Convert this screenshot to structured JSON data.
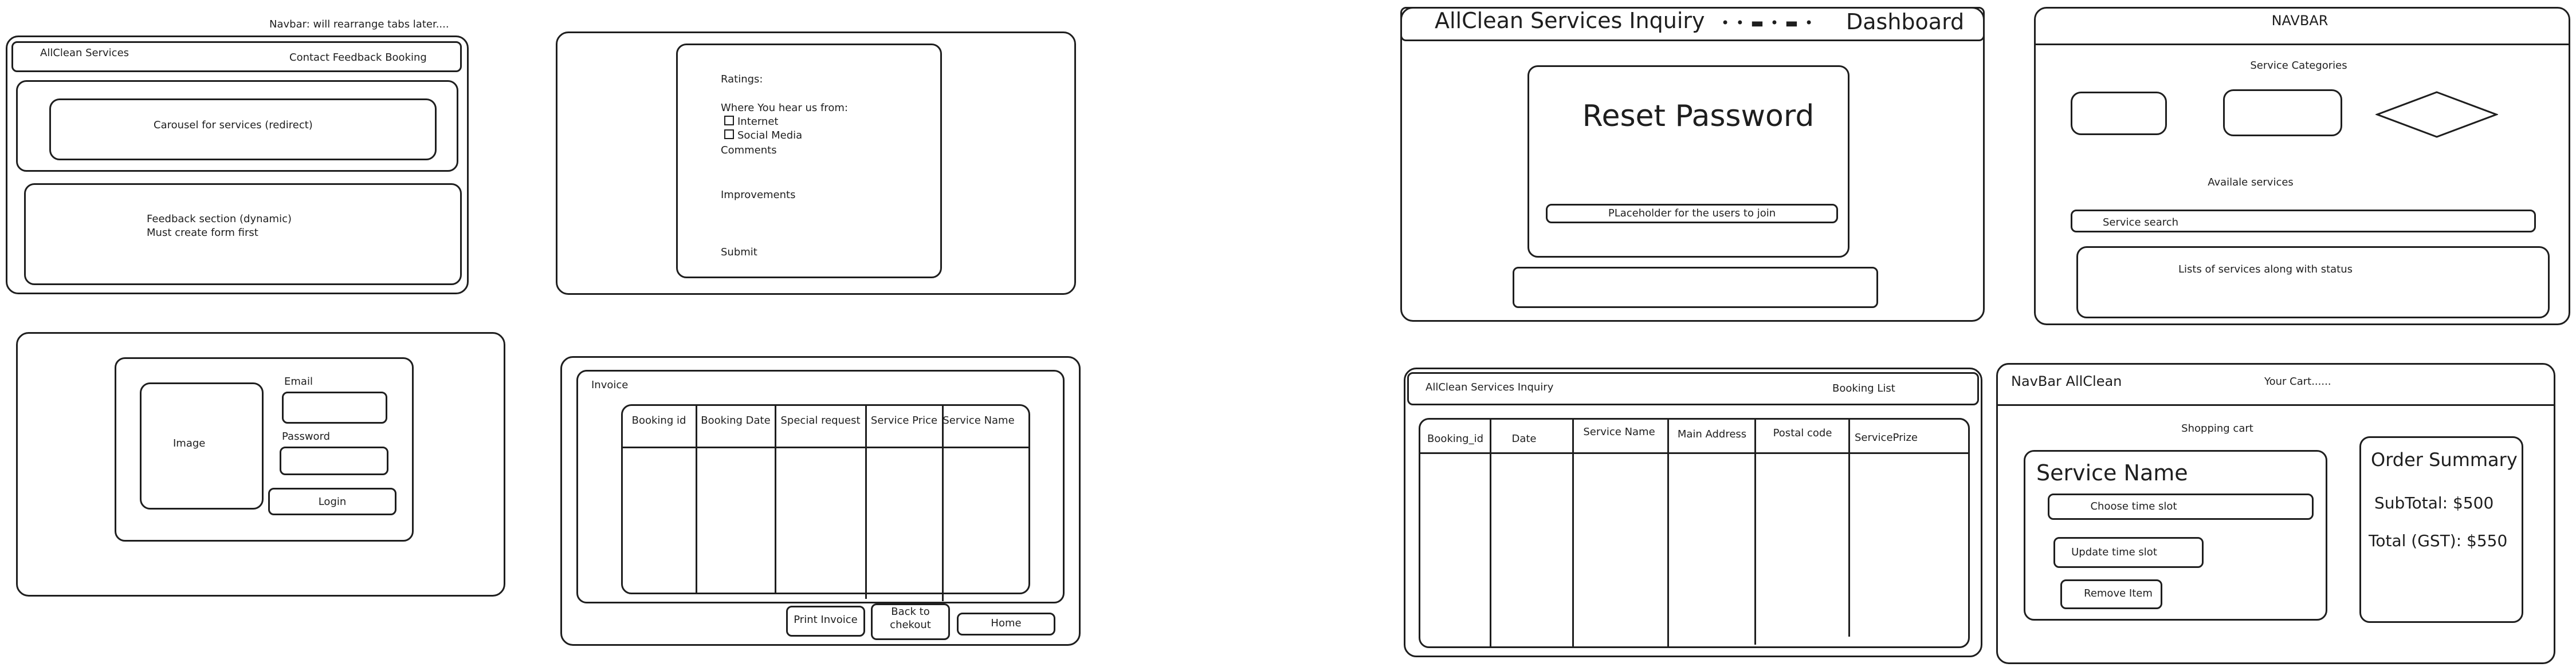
{
  "navbar_note": "Navbar: will rearrange tabs later....",
  "home": {
    "brand": "AllClean Services",
    "nav": "Contact Feedback Booking",
    "carousel": "Carousel for services (redirect)",
    "feedback_line1": "Feedback section (dynamic)",
    "feedback_line2": "Must create form first"
  },
  "feedback_form": {
    "ratings": "Ratings:",
    "where": "Where You hear us from:",
    "options": [
      "Internet",
      "Social Media"
    ],
    "comments": "Comments",
    "improvements": "Improvements",
    "submit": "Submit"
  },
  "login": {
    "image": "Image",
    "email_label": "Email",
    "password_label": "Password",
    "login_button": "Login"
  },
  "invoice": {
    "title": "Invoice",
    "columns": [
      "Booking id",
      "Booking Date",
      "Special request",
      "Service Price",
      "Service Name"
    ],
    "buttons": [
      "Print Invoice",
      "Back to\nchekout",
      "Home"
    ]
  },
  "reset": {
    "brand": "AllClean Services Inquiry",
    "nav_dots": "• • ▬ • ▬ •",
    "dashboard": "Dashboard",
    "title": "Reset Password",
    "placeholder": "PLaceholder for the users to join"
  },
  "services": {
    "navbar": "NAVBAR",
    "categories": "Service Categories",
    "available": "Availale services",
    "search": "Service search",
    "list": "Lists of services along with status"
  },
  "booking": {
    "brand": "AllClean Services Inquiry",
    "title": "Booking List",
    "columns": [
      "Booking_id",
      "Date",
      "Service Name",
      "Main Address",
      "Postal code",
      "ServicePrize"
    ]
  },
  "cart": {
    "brand": "NavBar AllClean",
    "your_cart": "Your Cart......",
    "heading": "Shopping cart",
    "service_name": "Service Name",
    "choose": "Choose time slot",
    "update": "Update time slot",
    "remove": "Remove Item",
    "summary_title": "Order Summary",
    "subtotal": "SubTotal: $500",
    "total": "Total (GST): $550"
  }
}
